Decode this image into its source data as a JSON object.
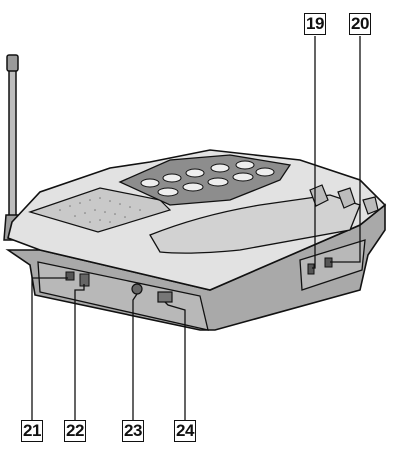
{
  "callouts": [
    {
      "id": "c19",
      "label": "19"
    },
    {
      "id": "c20",
      "label": "20"
    },
    {
      "id": "c21",
      "label": "21"
    },
    {
      "id": "c22",
      "label": "22"
    },
    {
      "id": "c23",
      "label": "23"
    },
    {
      "id": "c24",
      "label": "24"
    }
  ],
  "colors": {
    "outline": "#111111",
    "body_fill": "#cfcfcf",
    "side_fill": "#a8a8a8",
    "top_fill": "#e4e4e4",
    "panel_fill": "#8d8d8d"
  }
}
